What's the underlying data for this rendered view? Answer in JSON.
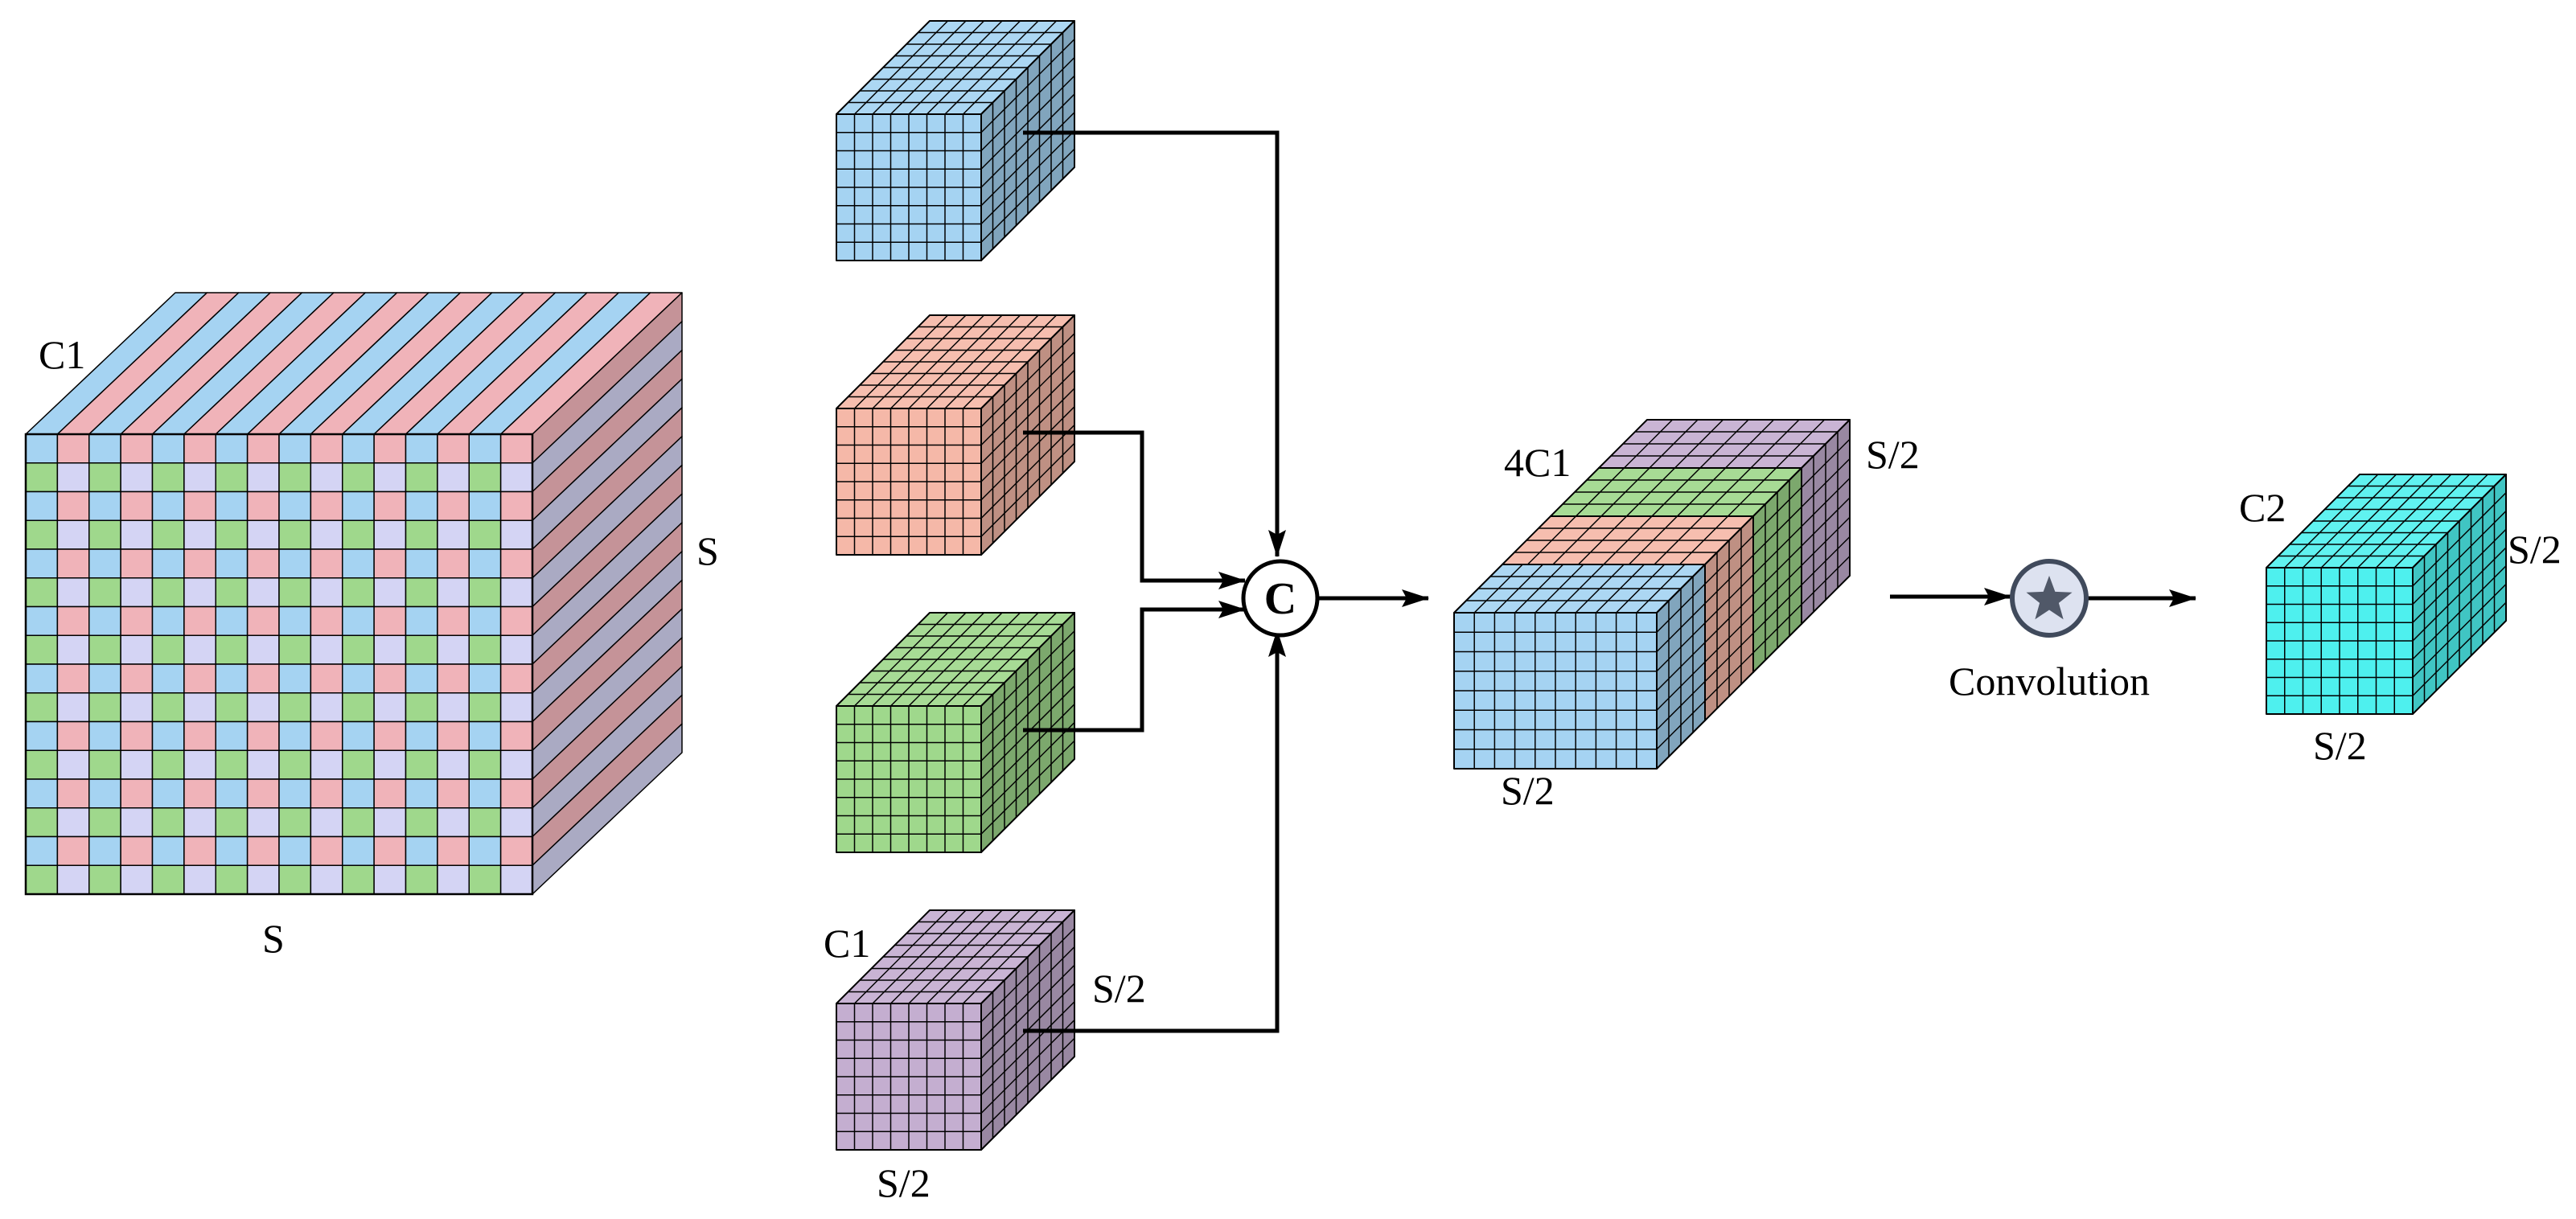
{
  "colors": {
    "blue": "#a5d3f2",
    "pink": "#f5b8a8",
    "green": "#9fd88c",
    "purple": "#c4aed0",
    "cyan": "#4ef0ee",
    "input_pink": "#f0b3b9",
    "input_lavender": "#d4d4f4",
    "conv_circle": "#dde2f0",
    "star": "#505868",
    "stroke": "#000000"
  },
  "labels": {
    "input_c1": "C1",
    "input_s_right": "S",
    "input_s_bottom": "S",
    "slice_c1": "C1",
    "slice_s2_right": "S/2",
    "slice_s2_bottom": "S/2",
    "concat_symbol": "C",
    "stack_4c1": "4C1",
    "stack_s2_right": "S/2",
    "stack_s2_bottom": "S/2",
    "conv_label": "Convolution",
    "output_c2": "C2",
    "output_s2_right": "S/2",
    "output_s2_bottom": "S/2"
  },
  "icons": {
    "concat": "concat-circle-icon",
    "conv": "star-icon"
  }
}
